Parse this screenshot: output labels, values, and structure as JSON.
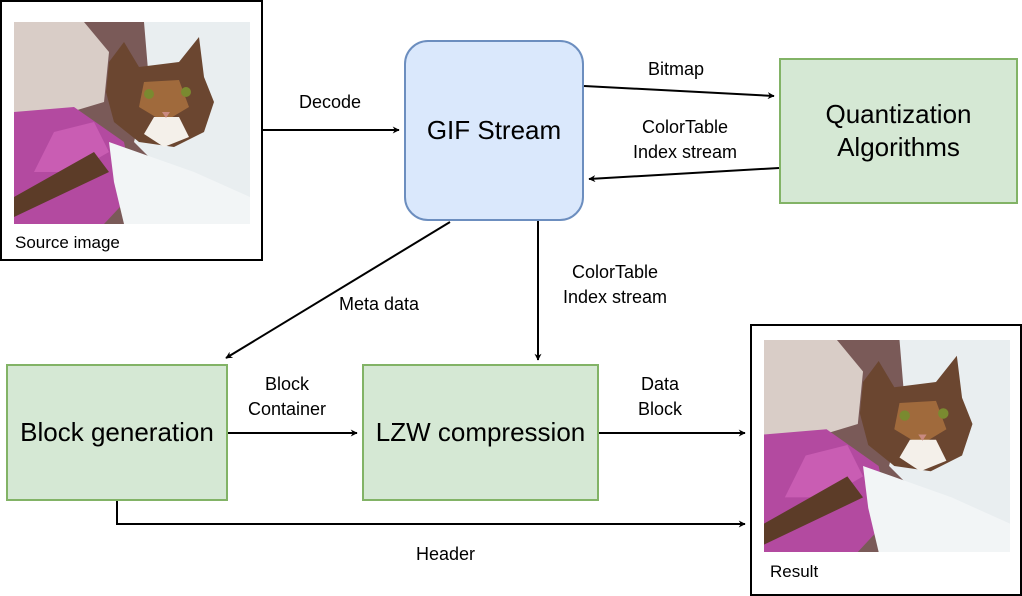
{
  "nodes": {
    "source_caption": "Source image",
    "result_caption": "Result",
    "gif_stream": "GIF Stream",
    "quantization": [
      "Quantization",
      "Algorithms"
    ],
    "block_generation": "Block generation",
    "lzw_compression": "LZW compression"
  },
  "edges": {
    "decode": "Decode",
    "bitmap": "Bitmap",
    "colortable_index_top": [
      "ColorTable",
      "Index stream"
    ],
    "colortable_index_down": [
      "ColorTable",
      "Index stream"
    ],
    "meta_data": "Meta data",
    "block_container": [
      "Block",
      "Container"
    ],
    "data_block": [
      "Data",
      "Block"
    ],
    "header": "Header"
  },
  "colors": {
    "green_fill": "#d5e8d4",
    "green_stroke": "#82b366",
    "blue_fill": "#dae8fc",
    "blue_stroke": "#6c8ebf"
  }
}
